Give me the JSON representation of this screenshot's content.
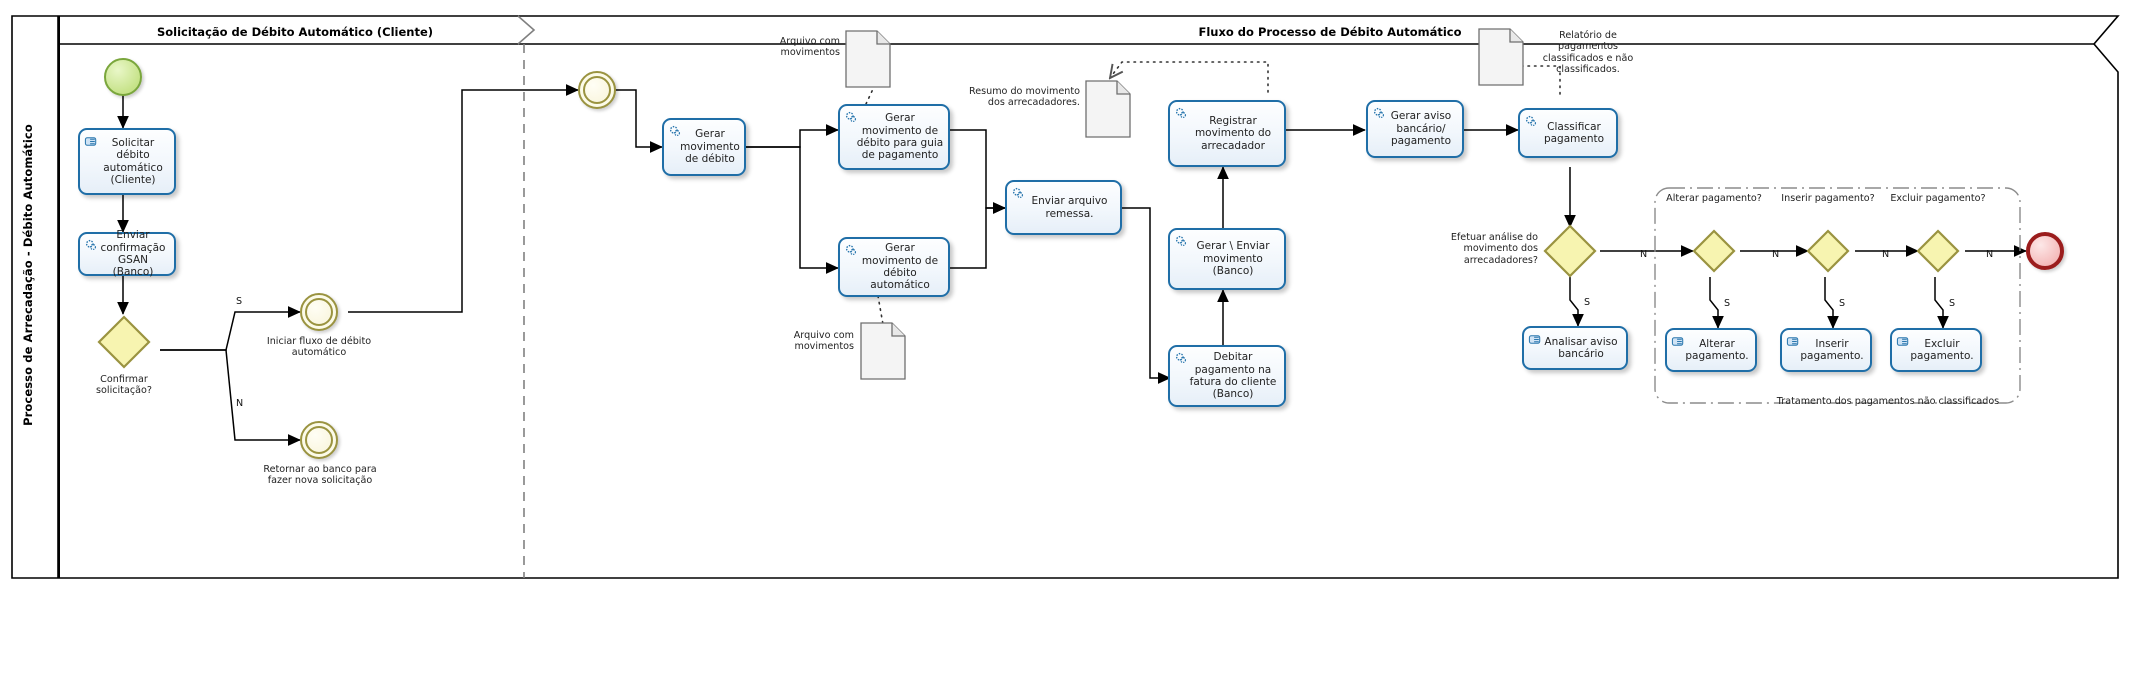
{
  "pool": {
    "title": "Processo de Arrecadação - Débito Automático"
  },
  "lanes": [
    {
      "title": "Solicitação  de Débito Automático (Cliente)"
    },
    {
      "title": "Fluxo do Processo de Débito Automático"
    }
  ],
  "events": {
    "start": {
      "name": "start-event",
      "caption": ""
    },
    "iniciar_fluxo": {
      "caption": "Iniciar fluxo de débito automático"
    },
    "retornar_banco": {
      "caption": "Retornar ao banco para fazer nova solicitação"
    },
    "link_in": {
      "caption": ""
    },
    "end": {
      "caption": ""
    }
  },
  "tasks": {
    "solicitar_debito": {
      "label": "Solicitar débito automático (Cliente)",
      "icon": "manual-task-icon"
    },
    "enviar_confirmacao": {
      "label": "Enviar confirmação GSAN (Banco)",
      "icon": "service-task-icon"
    },
    "gerar_movimento_debito": {
      "label": "Gerar movimento de débito",
      "icon": "service-task-icon"
    },
    "gerar_mov_guia": {
      "label": "Gerar movimento de débito para guia de pagamento",
      "icon": "service-task-icon"
    },
    "gerar_mov_automatico": {
      "label": "Gerar movimento de débito automático",
      "icon": "service-task-icon"
    },
    "enviar_arquivo_remessa": {
      "label": "Enviar arquivo remessa.",
      "icon": "service-task-icon"
    },
    "registrar_movimento": {
      "label": "Registrar movimento do arrecadador",
      "icon": "service-task-icon"
    },
    "gerar_enviar_movimento": {
      "label": "Gerar \\ Enviar movimento (Banco)",
      "icon": "service-task-icon"
    },
    "debitar_pagamento": {
      "label": "Debitar pagamento na fatura do cliente (Banco)",
      "icon": "service-task-icon"
    },
    "gerar_aviso": {
      "label": "Gerar aviso bancário/ pagamento",
      "icon": "service-task-icon"
    },
    "classificar_pagamento": {
      "label": "Classificar pagamento",
      "icon": "service-task-icon"
    },
    "analisar_aviso": {
      "label": "Analisar aviso bancário",
      "icon": "manual-task-icon"
    },
    "alterar_pagamento": {
      "label": "Alterar pagamento.",
      "icon": "manual-task-icon"
    },
    "inserir_pagamento": {
      "label": "Inserir pagamento.",
      "icon": "manual-task-icon"
    },
    "excluir_pagamento": {
      "label": "Excluir pagamento.",
      "icon": "manual-task-icon"
    }
  },
  "gateways": {
    "confirmar_solicitacao": {
      "caption": "Confirmar solicitação?"
    },
    "efetuar_analise": {
      "caption": "Efetuar análise do movimento dos arrecadadores?"
    },
    "alterar_pagamento_q": {
      "caption": "Alterar pagamento?"
    },
    "inserir_pagamento_q": {
      "caption": "Inserir pagamento?"
    },
    "excluir_pagamento_q": {
      "caption": "Excluir pagamento?"
    }
  },
  "data_objects": {
    "arquivo_movimentos_top": {
      "caption": "Arquivo com movimentos"
    },
    "arquivo_movimentos_bottom": {
      "caption": "Arquivo com movimentos"
    },
    "resumo_movimento": {
      "caption": "Resumo do movimento dos arrecadadores."
    },
    "relatorio_pagamentos": {
      "caption": "Relatório de pagamentos classificados e não classificados."
    }
  },
  "group": {
    "caption": "Tratamento dos pagamentos não classificados"
  },
  "flow_labels": {
    "s1": "S",
    "n1": "N",
    "s_analise": "S",
    "n_alterar": "N",
    "s_alterar": "S",
    "n_inserir": "N",
    "s_inserir": "S",
    "n_excluir": "N",
    "s_excluir": "S",
    "n_end": "N"
  },
  "colors": {
    "task_border": "#1f6ea7",
    "gateway_fill": "#f7f4b0",
    "gateway_border": "#9a9340",
    "start_border": "#7aa63c",
    "end_border": "#9b1d1d",
    "flow": "#000000"
  }
}
